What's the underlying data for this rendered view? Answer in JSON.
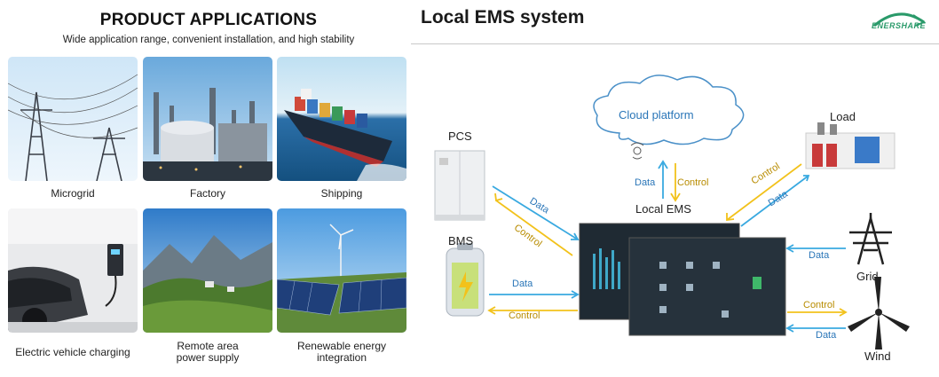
{
  "left": {
    "title": "PRODUCT APPLICATIONS",
    "subtitle": "Wide application range, convenient installation, and high stability",
    "applications": [
      {
        "label": "Microgrid"
      },
      {
        "label": "Factory"
      },
      {
        "label": "Shipping"
      },
      {
        "label": "Electric vehicle charging"
      },
      {
        "label_line1": "Remote area",
        "label_line2": "power supply"
      },
      {
        "label_line1": "Renewable energy",
        "label_line2": "integration"
      }
    ]
  },
  "right": {
    "title": "Local EMS system",
    "logo_text": "ENERSHARE",
    "nodes": {
      "cloud": "Cloud platform",
      "pcs": "PCS",
      "bms": "BMS",
      "local_ems": "Local EMS",
      "load": "Load",
      "grid": "Grid",
      "wind": "Wind"
    },
    "arrows": {
      "data": "Data",
      "control": "Control"
    },
    "colors": {
      "data": "#39a9e0",
      "control": "#f2c21b"
    }
  }
}
